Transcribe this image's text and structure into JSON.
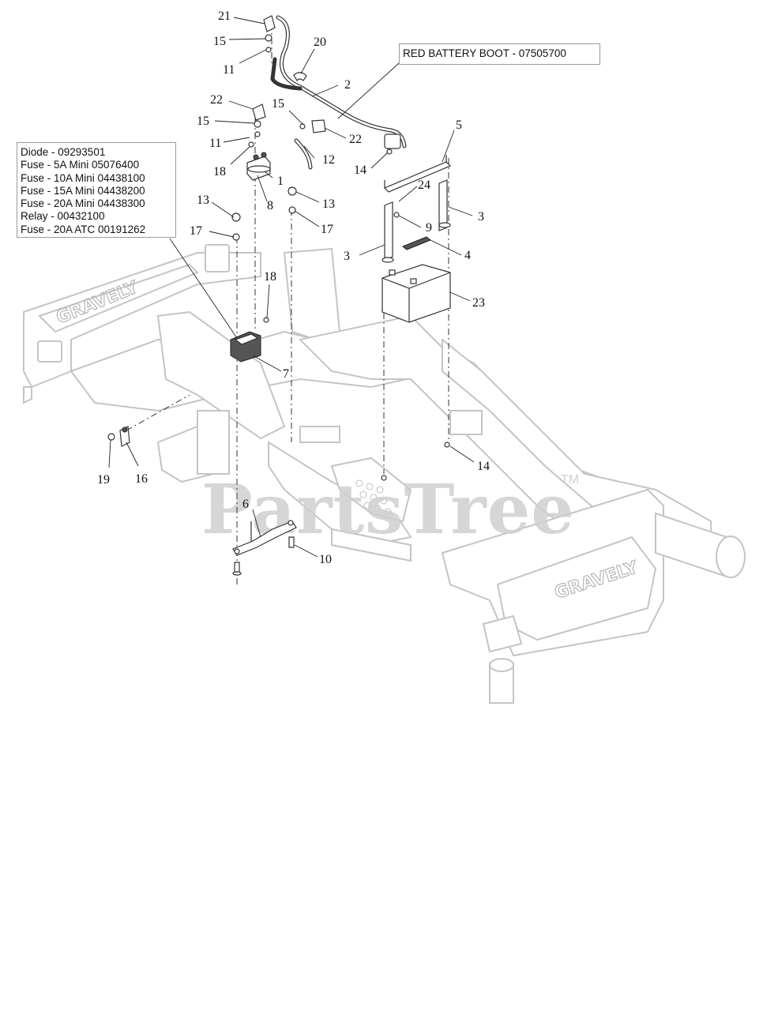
{
  "callouts": {
    "battery_boot": "RED BATTERY BOOT - 07505700",
    "electrical_parts": [
      "Diode - 09293501",
      "Fuse - 5A Mini 05076400",
      "Fuse - 10A Mini 04438100",
      "Fuse - 15A Mini 04438200",
      "Fuse - 20A Mini 04438300",
      "Relay - 00432100",
      "Fuse - 20A ATC 00191262"
    ]
  },
  "labels": {
    "n21": "21",
    "n15a": "15",
    "n11a": "11",
    "n20": "20",
    "n2": "2",
    "n22a": "22",
    "n15b": "15",
    "n15c": "15",
    "n22b": "22",
    "n11b": "11",
    "n12": "12",
    "n18a": "18",
    "n1": "1",
    "n5": "5",
    "n14a": "14",
    "n24": "24",
    "n8": "8",
    "n13a": "13",
    "n13b": "13",
    "n3a": "3",
    "n9": "9",
    "n17a": "17",
    "n17b": "17",
    "n4": "4",
    "n3b": "3",
    "n18b": "18",
    "n23": "23",
    "n7": "7",
    "n19": "19",
    "n16": "16",
    "n14b": "14",
    "n6": "6",
    "n10": "10"
  },
  "watermark": {
    "text": "PartsTree",
    "tm": "TM"
  },
  "frame_branding": "GRAVELY"
}
